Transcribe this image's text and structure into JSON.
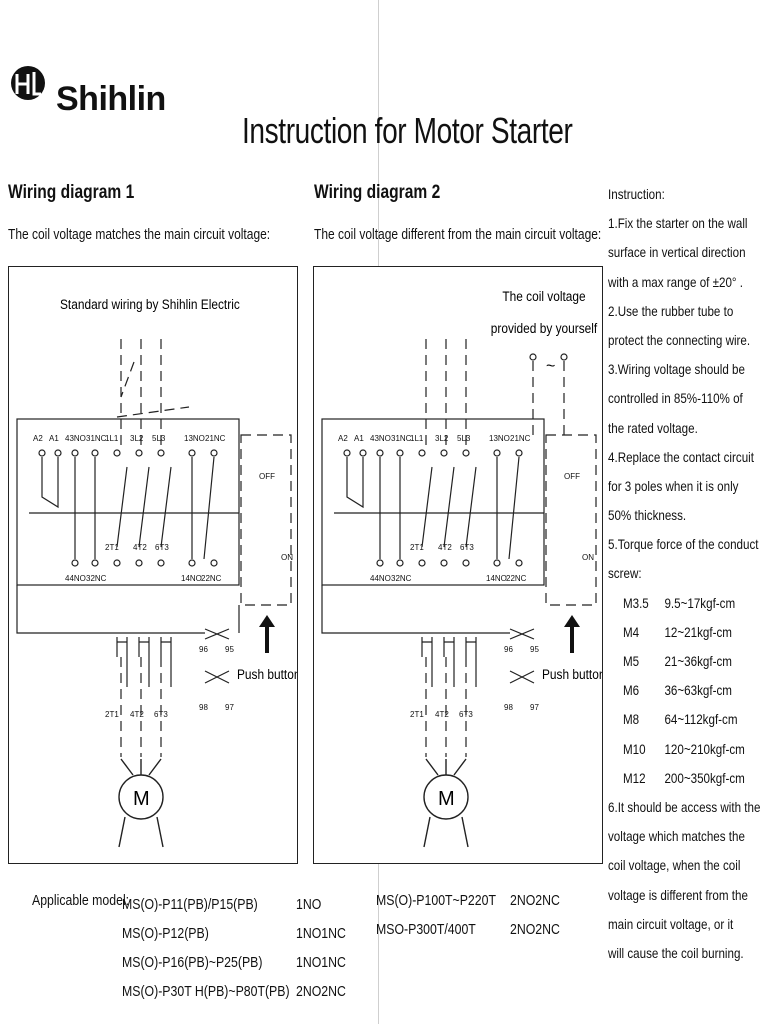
{
  "brand": {
    "name": "Shihlin",
    "logo_icon": "shihlin-logo-icon"
  },
  "title": "Instruction for Motor Starter",
  "diagram1": {
    "heading": "Wiring diagram 1",
    "subheading": "The coil voltage matches the main circuit voltage:",
    "caption": "Standard wiring by Shihlin Electric",
    "top_labels": [
      "A2",
      "A1",
      "43NO",
      "31NC",
      "1L1",
      "3L2",
      "5L3",
      "13NO",
      "21NC"
    ],
    "bottom_labels": [
      "44NO",
      "32NC",
      "2T1",
      "4T2",
      "6T3",
      "14NO",
      "22NC"
    ],
    "relay_labels": [
      "96",
      "95",
      "98",
      "97"
    ],
    "motor_terminals": [
      "2T1",
      "4T2",
      "6T3"
    ],
    "off_label": "OFF",
    "on_label": "ON",
    "push_button": "Push button",
    "motor_label": "M"
  },
  "diagram2": {
    "heading": "Wiring diagram 2",
    "subheading": "The coil voltage different from the main circuit voltage:",
    "caption_line1": "The coil voltage",
    "caption_line2": "provided by yourself",
    "ac_symbol": "~",
    "top_labels": [
      "A2",
      "A1",
      "43NO",
      "31NC",
      "1L1",
      "3L2",
      "5L3",
      "13NO",
      "21NC"
    ],
    "bottom_labels": [
      "44NO",
      "32NC",
      "2T1",
      "4T2",
      "6T3",
      "14NO",
      "22NC"
    ],
    "relay_labels": [
      "96",
      "95",
      "98",
      "97"
    ],
    "motor_terminals": [
      "2T1",
      "4T2",
      "6T3"
    ],
    "off_label": "OFF",
    "on_label": "ON",
    "push_button": "Push button",
    "motor_label": "M"
  },
  "instruction": {
    "lines": [
      "Instruction:",
      "1.Fix the starter on the wall",
      "surface in vertical direction",
      "with a max range of ±20° .",
      "2.Use the rubber tube to",
      "protect the connecting wire.",
      "3.Wiring voltage should be",
      "controlled in 85%-110% of",
      "the rated voltage.",
      "4.Replace the contact circuit",
      "for 3 poles when it is only",
      "50%  thickness.",
      "5.Torque force of the conduct",
      "screw:"
    ],
    "torque": [
      {
        "size": "M3.5",
        "value": "9.5~17kgf-cm"
      },
      {
        "size": "M4",
        "value": "12~21kgf-cm"
      },
      {
        "size": "M5",
        "value": "21~36kgf-cm"
      },
      {
        "size": "M6",
        "value": "36~63kgf-cm"
      },
      {
        "size": "M8",
        "value": "64~112kgf-cm"
      },
      {
        "size": "M10",
        "value": "120~210kgf-cm"
      },
      {
        "size": "M12",
        "value": "200~350kgf-cm"
      }
    ],
    "tail_lines": [
      "6.It should be access with the",
      "voltage which matches the",
      "coil voltage, when the coil",
      "voltage is different from the",
      "main circuit voltage, or it",
      " will cause the coil burning."
    ]
  },
  "models": {
    "label": "Applicable model:",
    "left": [
      {
        "model": "MS(O)-P11(PB)/P15(PB)",
        "contacts": "1NO"
      },
      {
        "model": "MS(O)-P12(PB)",
        "contacts": "1NO1NC"
      },
      {
        "model": "MS(O)-P16(PB)~P25(PB)",
        "contacts": "1NO1NC"
      },
      {
        "model": "MS(O)-P30T H(PB)~P80T(PB)",
        "contacts": "2NO2NC"
      }
    ],
    "right": [
      {
        "model": "MS(O)-P100T~P220T",
        "contacts": "2NO2NC"
      },
      {
        "model": "MSO-P300T/400T",
        "contacts": "2NO2NC"
      }
    ]
  }
}
